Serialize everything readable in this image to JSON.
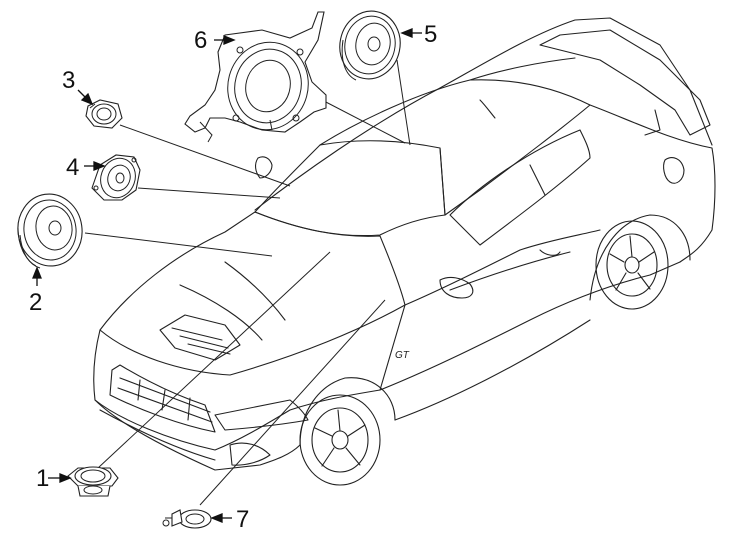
{
  "callouts": [
    {
      "number": "1",
      "part": "tweeter-speaker-lower"
    },
    {
      "number": "2",
      "part": "door-speaker-large"
    },
    {
      "number": "3",
      "part": "tweeter-small"
    },
    {
      "number": "4",
      "part": "midrange-speaker"
    },
    {
      "number": "5",
      "part": "subwoofer-speaker"
    },
    {
      "number": "6",
      "part": "speaker-bracket"
    },
    {
      "number": "7",
      "part": "microphone"
    }
  ],
  "car": {
    "badge_text": "GT"
  },
  "colors": {
    "line": "#222222",
    "background": "#ffffff"
  }
}
